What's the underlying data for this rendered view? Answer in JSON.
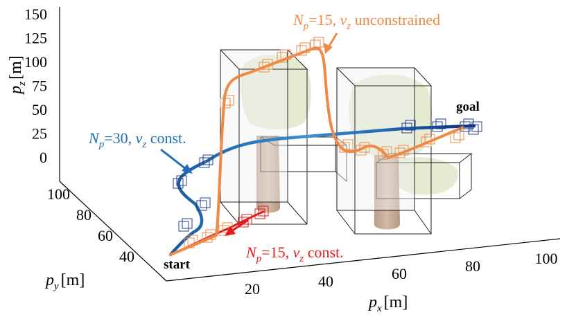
{
  "chart_data": {
    "type": "line",
    "title": "",
    "axes": {
      "x": {
        "label_var": "p",
        "label_sub": "x",
        "label_unit": "[m]",
        "ticks": [
          "20",
          "40",
          "60",
          "80",
          "100"
        ]
      },
      "y": {
        "label_var": "p",
        "label_sub": "y",
        "label_unit": "[m]",
        "ticks": [
          "40",
          "60",
          "80",
          "100"
        ]
      },
      "z": {
        "label_var": "p",
        "label_sub": "z",
        "label_unit": "[m]",
        "ticks": [
          "0",
          "25",
          "50",
          "75",
          "100",
          "125",
          "150"
        ]
      }
    },
    "series": [
      {
        "key": "np30",
        "color": "#1f6db3",
        "label_pre": "N",
        "label_sub": "p",
        "label_mid": "=30, ",
        "label_var": "v",
        "label_vsub": "z",
        "label_post": " const."
      },
      {
        "key": "np15u",
        "color": "#ee8a45",
        "label_pre": "N",
        "label_sub": "p",
        "label_mid": "=15, ",
        "label_var": "v",
        "label_vsub": "z",
        "label_post": " unconstrained"
      },
      {
        "key": "np15c",
        "color": "#e21a1a",
        "label_pre": "N",
        "label_sub": "p",
        "label_mid": "=15, ",
        "label_var": "v",
        "label_vsub": "z",
        "label_post": " const."
      }
    ],
    "annotations": {
      "start": "start",
      "goal": "goal"
    },
    "colors": {
      "blue": "#1f6db3",
      "orange": "#ee8a45",
      "red": "#e21a1a",
      "obstacle_fill": "#dfe8c9",
      "pillar": "#b38a6e"
    }
  }
}
